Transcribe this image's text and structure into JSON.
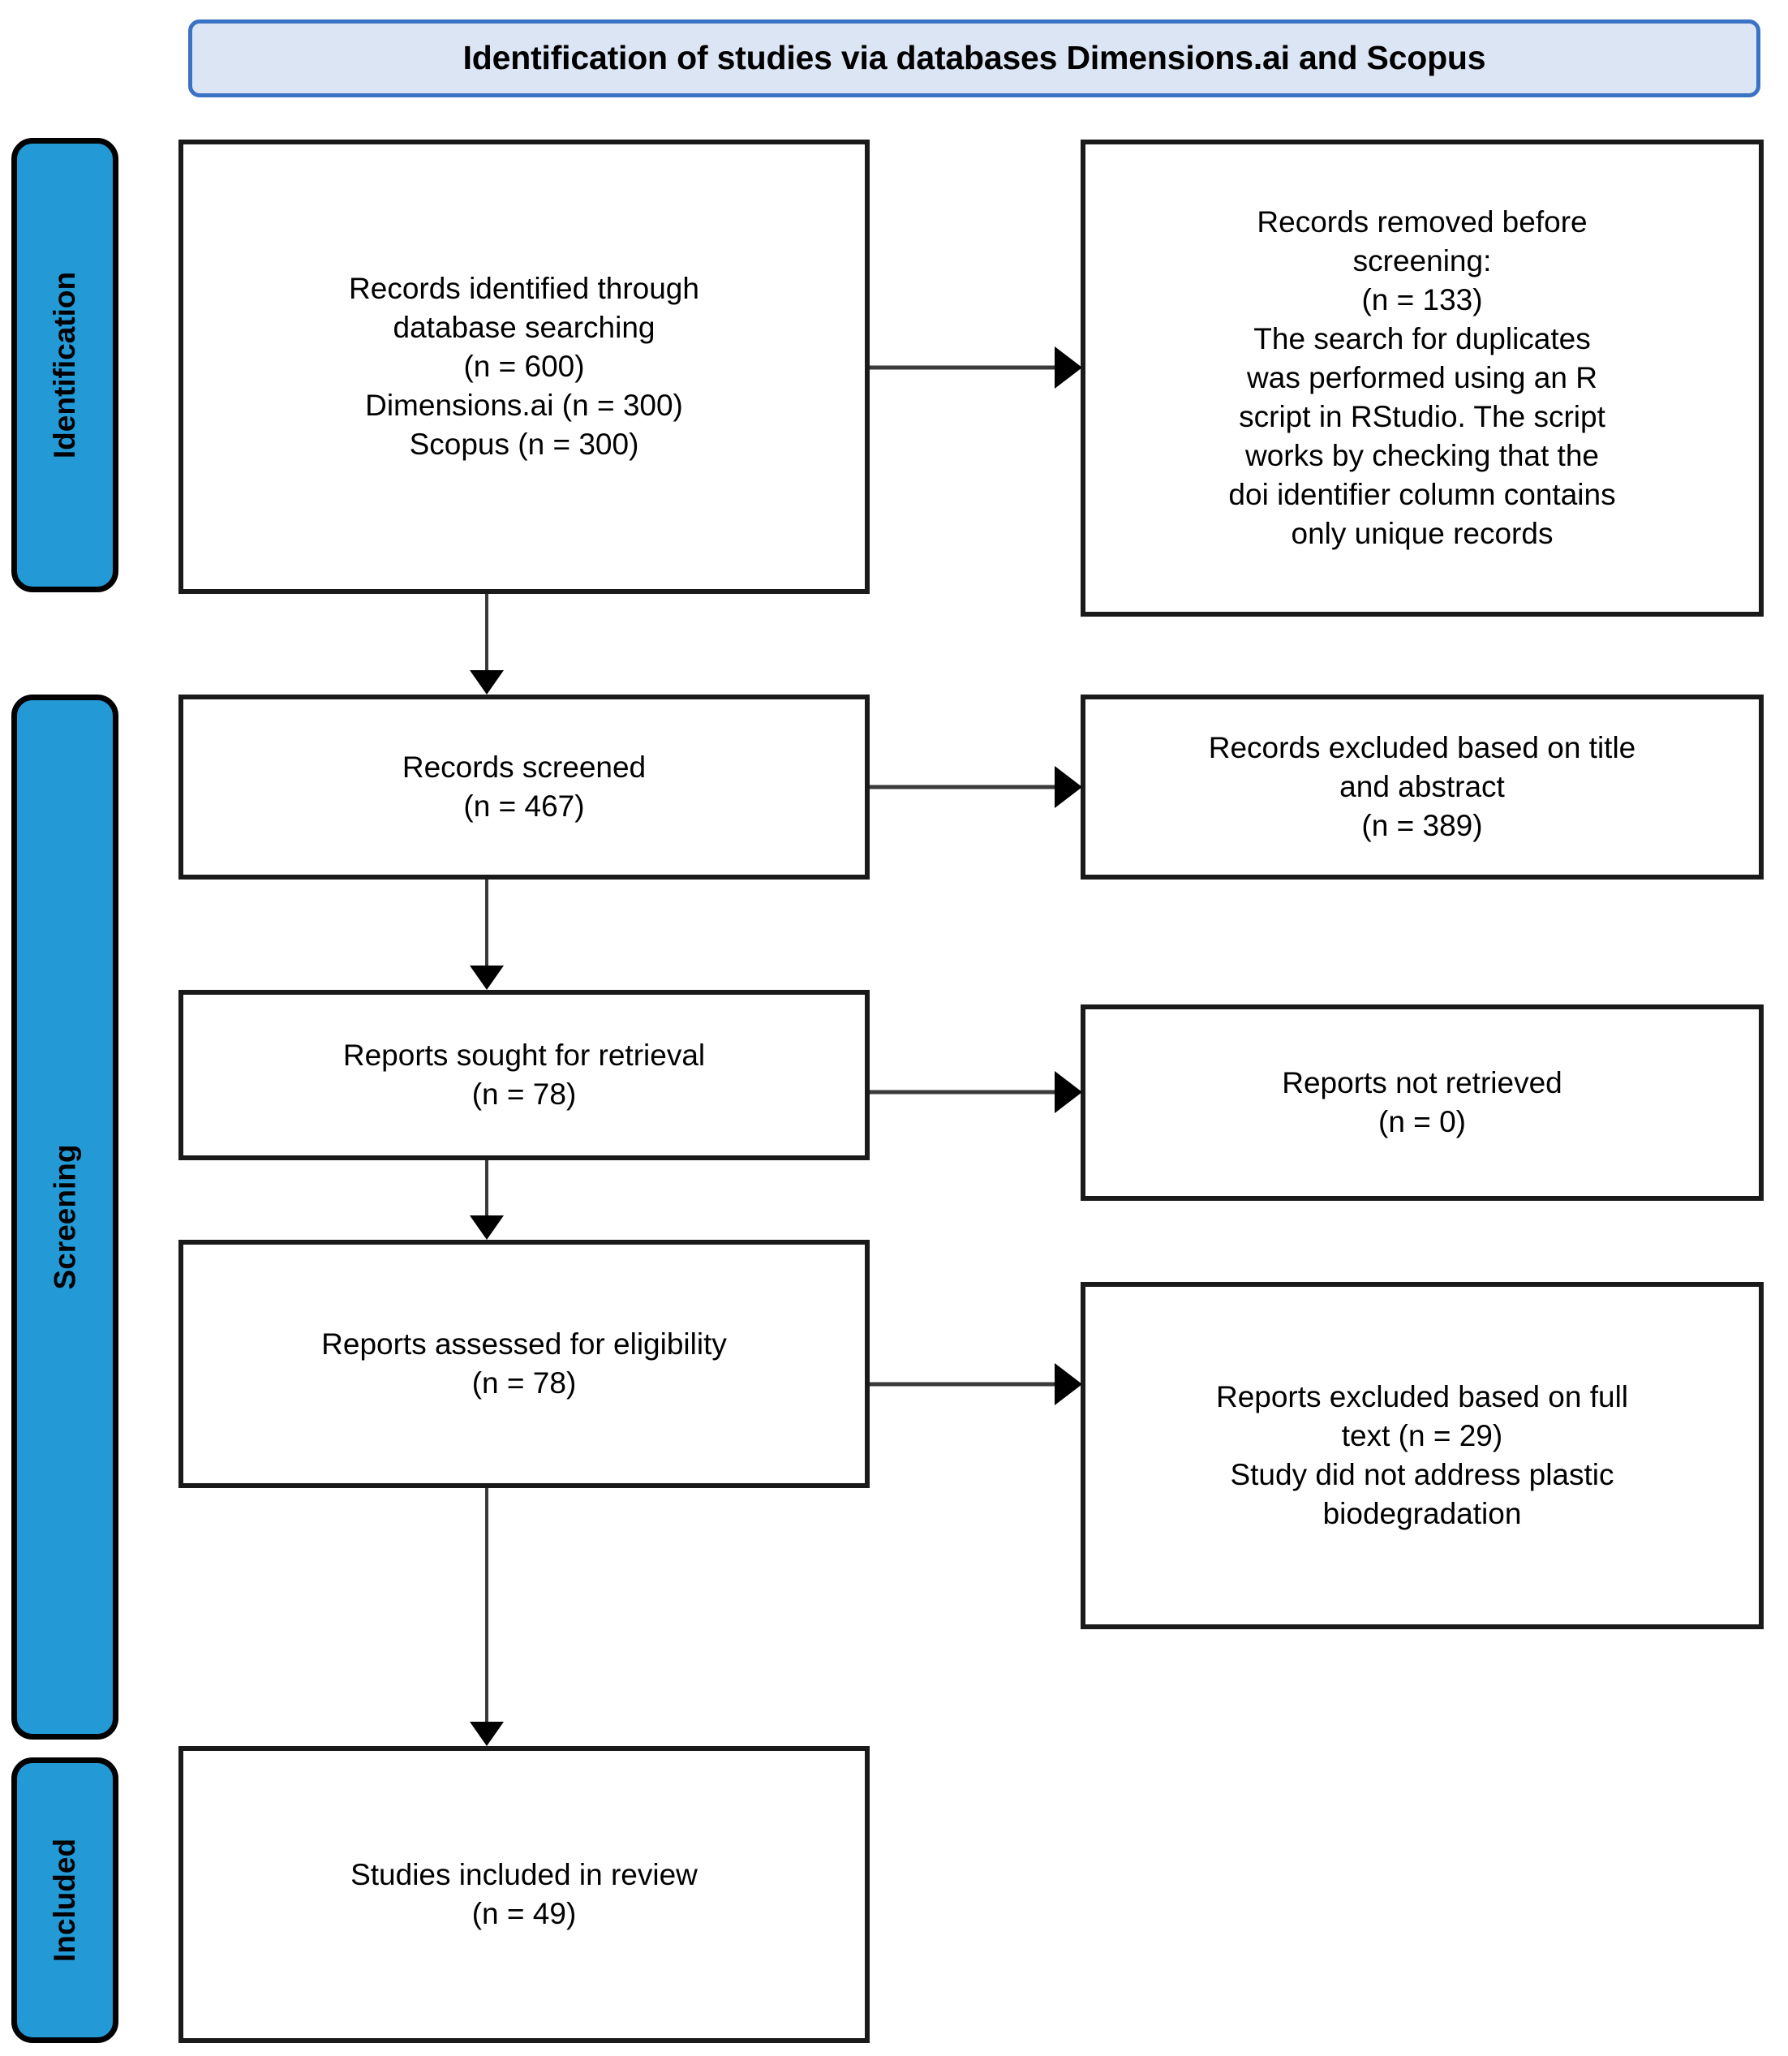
{
  "header": {
    "title": "Identification of studies via databases Dimensions.ai and Scopus"
  },
  "phases": {
    "identification": "Identification",
    "screening": "Screening",
    "included": "Included"
  },
  "flow": {
    "identified": "Records identified through\ndatabase searching\n(n = 600)\nDimensions.ai (n = 300)\nScopus (n = 300)",
    "removed": "Records removed before\nscreening:\n(n = 133)\nThe search for duplicates\nwas performed using an R\nscript in RStudio. The script\nworks by checking that the\ndoi identifier column contains\nonly unique records",
    "screened": "Records screened\n(n = 467)",
    "excluded_title_abstract": "Records excluded based on title\nand abstract\n(n = 389)",
    "sought": "Reports sought for retrieval\n(n = 78)",
    "not_retrieved": "Reports not retrieved\n(n = 0)",
    "assessed": "Reports assessed for eligibility\n(n = 78)",
    "excluded_full_text": "Reports excluded based on full\ntext (n = 29)\nStudy did not address plastic\nbiodegradation",
    "included": "Studies included in review\n(n = 49)"
  },
  "counts": {
    "identified_total": 600,
    "dimensions_ai": 300,
    "scopus": 300,
    "removed_before_screening": 133,
    "screened": 467,
    "excluded_title_abstract": 389,
    "sought_for_retrieval": 78,
    "not_retrieved": 0,
    "assessed_for_eligibility": 78,
    "excluded_full_text": 29,
    "included_in_review": 49
  },
  "colors": {
    "phase_tab_fill": "#239ad6",
    "phase_tab_border": "#000000",
    "header_fill": "#dce5f3",
    "header_border": "#3a72c4",
    "box_border": "#1a1a1a",
    "arrow": "#000000"
  }
}
